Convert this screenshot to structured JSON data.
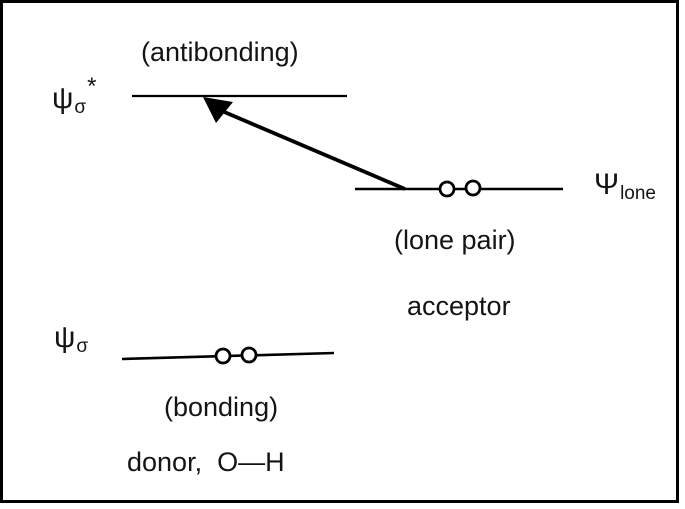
{
  "colors": {
    "line": "#000000",
    "text": "#141414",
    "background": "#ffffff",
    "border": "#000000"
  },
  "levels": {
    "antibonding": {
      "symbol_psi": "ψ",
      "symbol_sub": "σ",
      "symbol_sup": "*",
      "label": "(antibonding)",
      "electrons": 0
    },
    "lone": {
      "symbol_psi": "Ψ",
      "symbol_sub": "lone",
      "label": "(lone pair)",
      "group_label": "acceptor",
      "electrons": 2
    },
    "bonding": {
      "symbol_psi": "ψ",
      "symbol_sub": "σ",
      "label": "(bonding)",
      "group_label": "donor,  O—H",
      "electrons": 2
    }
  },
  "arrow": {
    "from_level": "lone",
    "to_level": "antibonding"
  }
}
